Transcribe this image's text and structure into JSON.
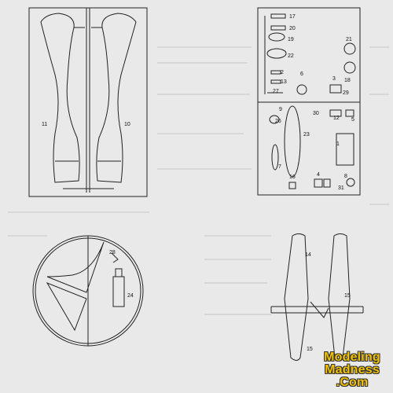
{
  "sprue_left": {
    "labels": [
      "10",
      "11"
    ]
  },
  "sprue_right": {
    "labels": [
      "17",
      "20",
      "19",
      "22",
      "21",
      "18",
      "2",
      "13",
      "27",
      "6",
      "3",
      "29",
      "30",
      "12",
      "5",
      "9",
      "26",
      "23",
      "1",
      "7",
      "16",
      "4",
      "8",
      "31"
    ]
  },
  "clear_sprue": {
    "labels": [
      "28",
      "24"
    ]
  },
  "wing": {
    "labels": [
      "14",
      "15",
      "15"
    ]
  },
  "logo": {
    "line1": "Modeling",
    "line2": "Madness",
    "line3": ".Com"
  },
  "colors": {
    "line": "#222222",
    "paper": "#e9e9e9",
    "logo_fill": "#f2c200"
  }
}
